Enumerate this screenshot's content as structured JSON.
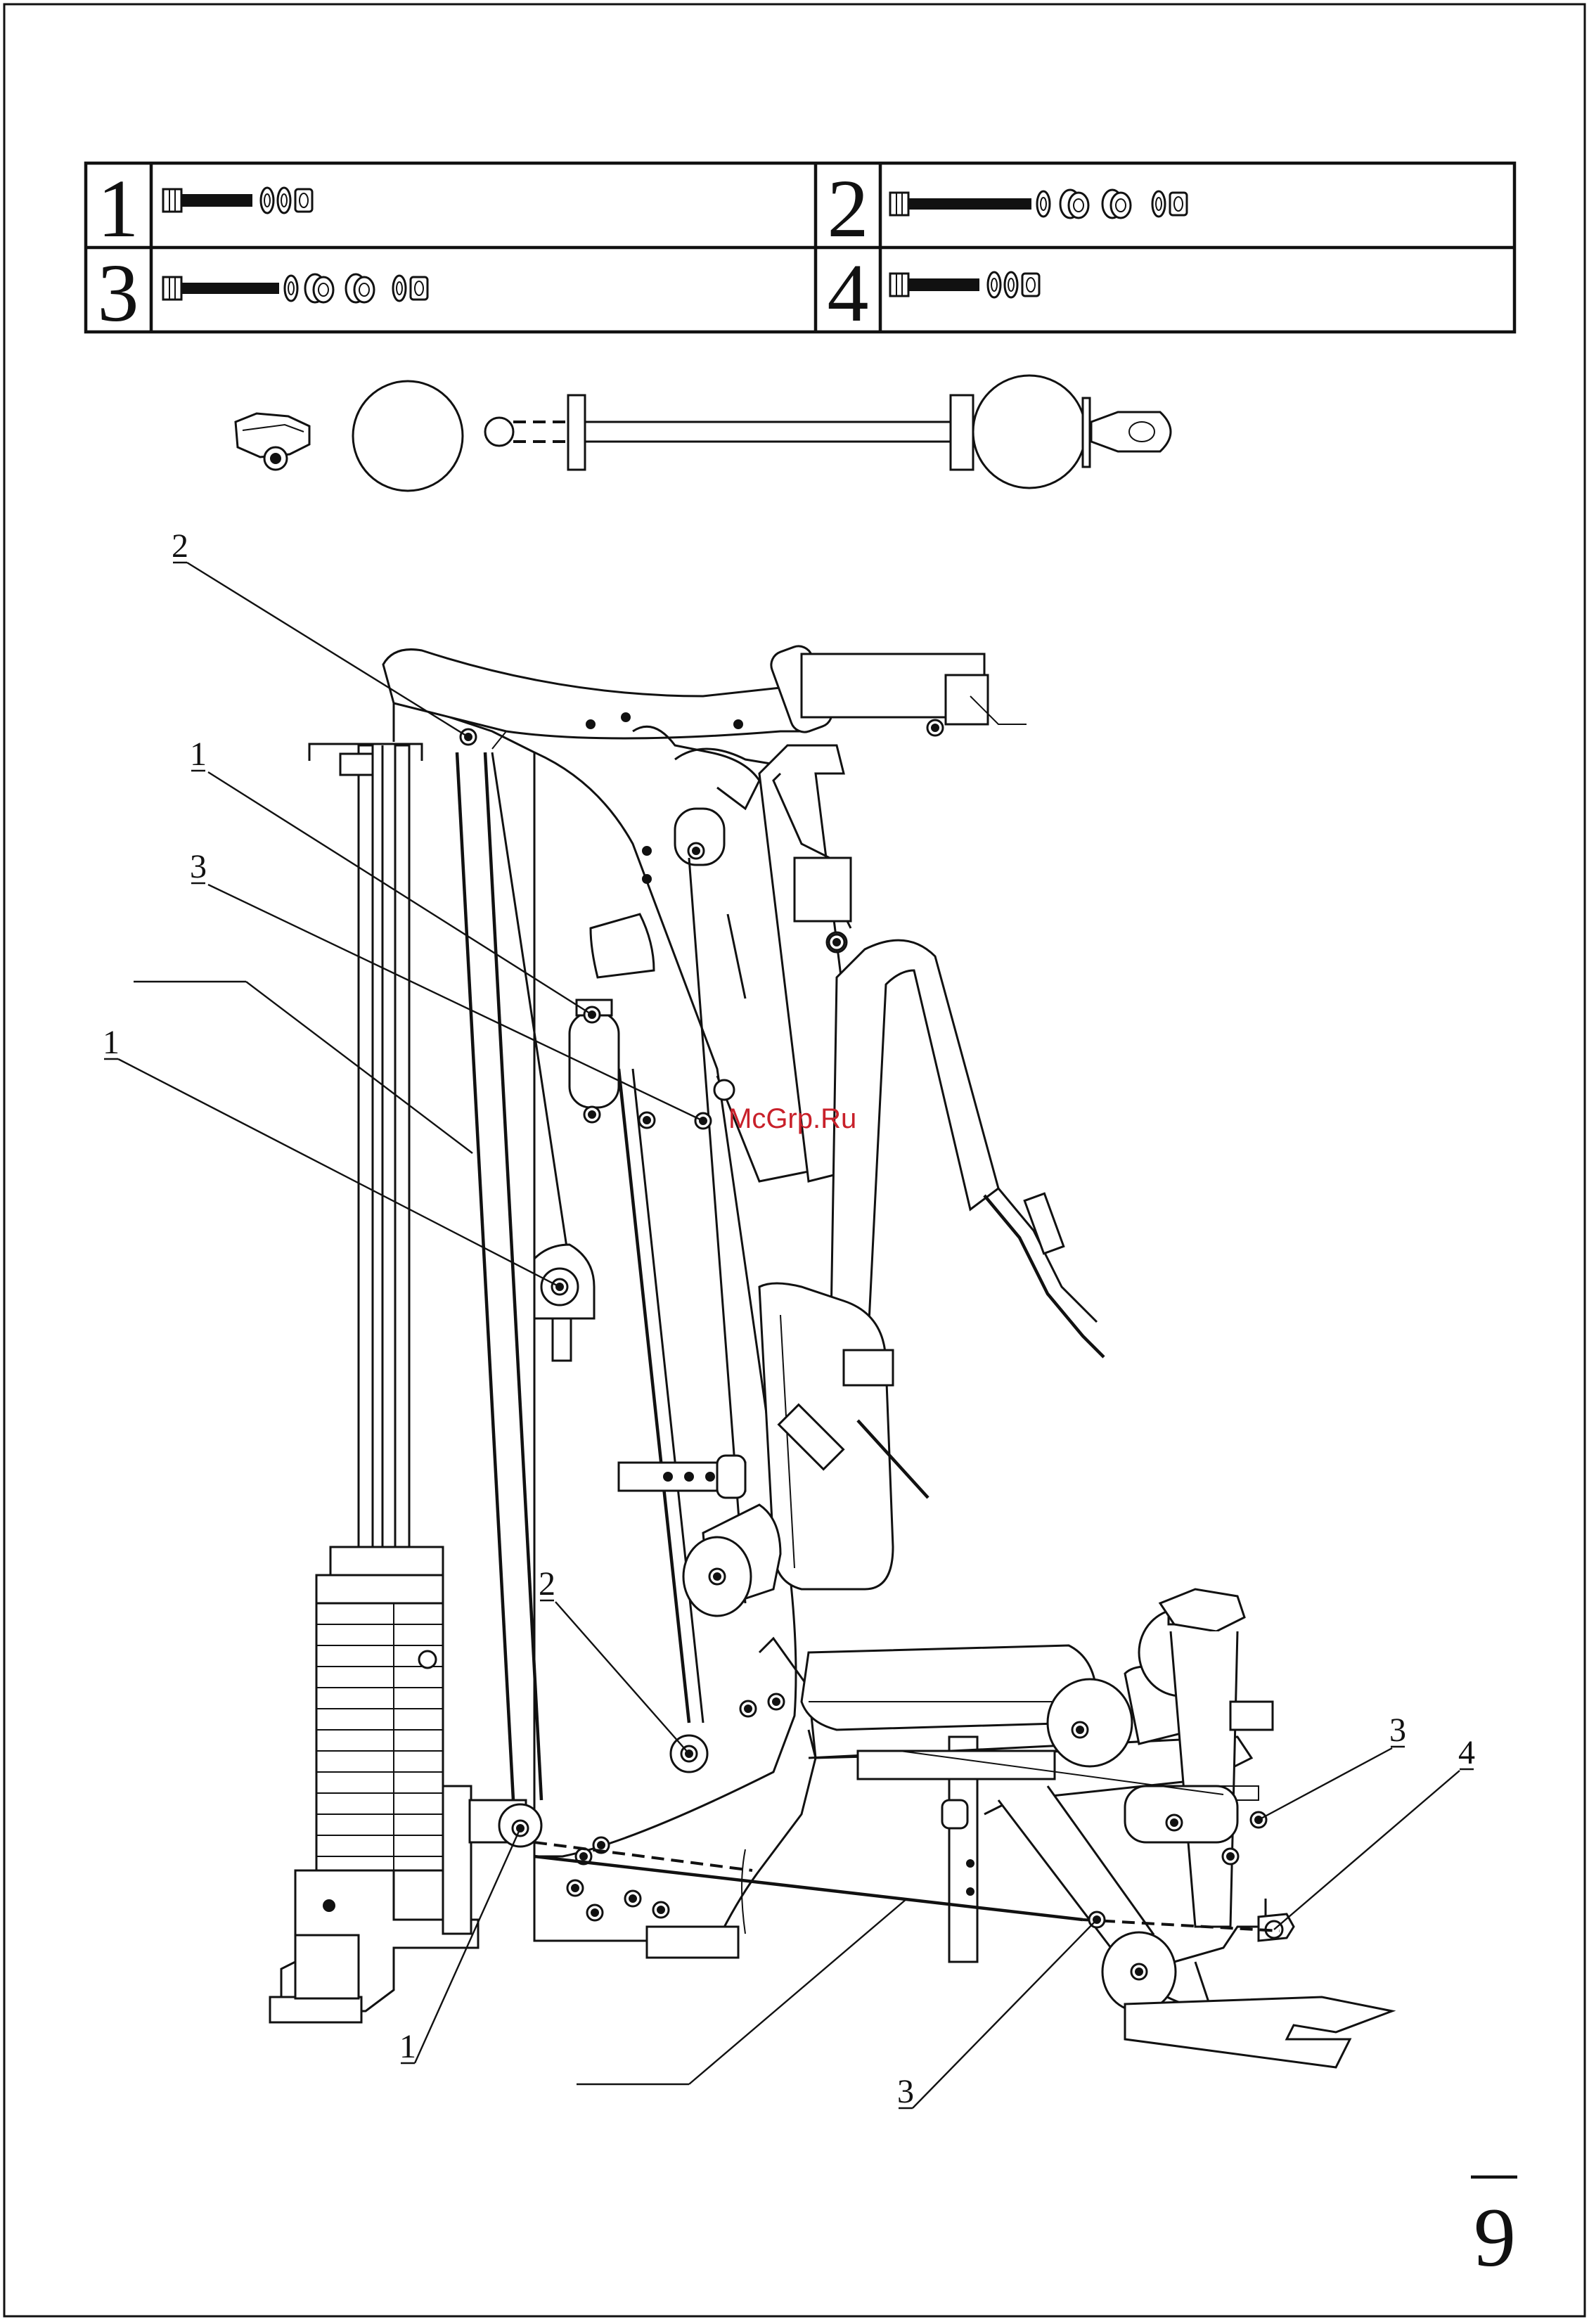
{
  "hardware_table": {
    "cells": [
      {
        "number": "1",
        "parts": [
          "bolt",
          "washer",
          "washer",
          "nut"
        ]
      },
      {
        "number": "2",
        "parts": [
          "bolt",
          "washer",
          "bushing",
          "bushing",
          "washer",
          "nut"
        ]
      },
      {
        "number": "3",
        "parts": [
          "bolt",
          "washer",
          "bushing",
          "bushing",
          "washer",
          "nut"
        ]
      },
      {
        "number": "4",
        "parts": [
          "bolt",
          "washer",
          "washer",
          "nut"
        ]
      }
    ]
  },
  "callouts": [
    {
      "id": "top-left-2",
      "label": "2"
    },
    {
      "id": "upper-pulley-1",
      "label": "1"
    },
    {
      "id": "frame-3",
      "label": "3"
    },
    {
      "id": "cable-blank",
      "label": ""
    },
    {
      "id": "lower-pulley-1",
      "label": "1"
    },
    {
      "id": "mid-2",
      "label": "2"
    },
    {
      "id": "bottom-1",
      "label": "1"
    },
    {
      "id": "bottom-cable-blank",
      "label": ""
    },
    {
      "id": "bottom-3",
      "label": "3"
    },
    {
      "id": "right-3",
      "label": "3"
    },
    {
      "id": "right-4",
      "label": "4"
    }
  ],
  "watermark": "McGrp.Ru",
  "page_number": "9",
  "icons": [
    "hex-bolt-icon",
    "washer-icon",
    "nut-icon",
    "bushing-icon",
    "cable-clamp-icon",
    "cable-ball-icon",
    "cable-eyelet-icon"
  ],
  "colors": {
    "ink": "#111111",
    "paper": "#ffffff",
    "watermark": "#c8202a"
  }
}
